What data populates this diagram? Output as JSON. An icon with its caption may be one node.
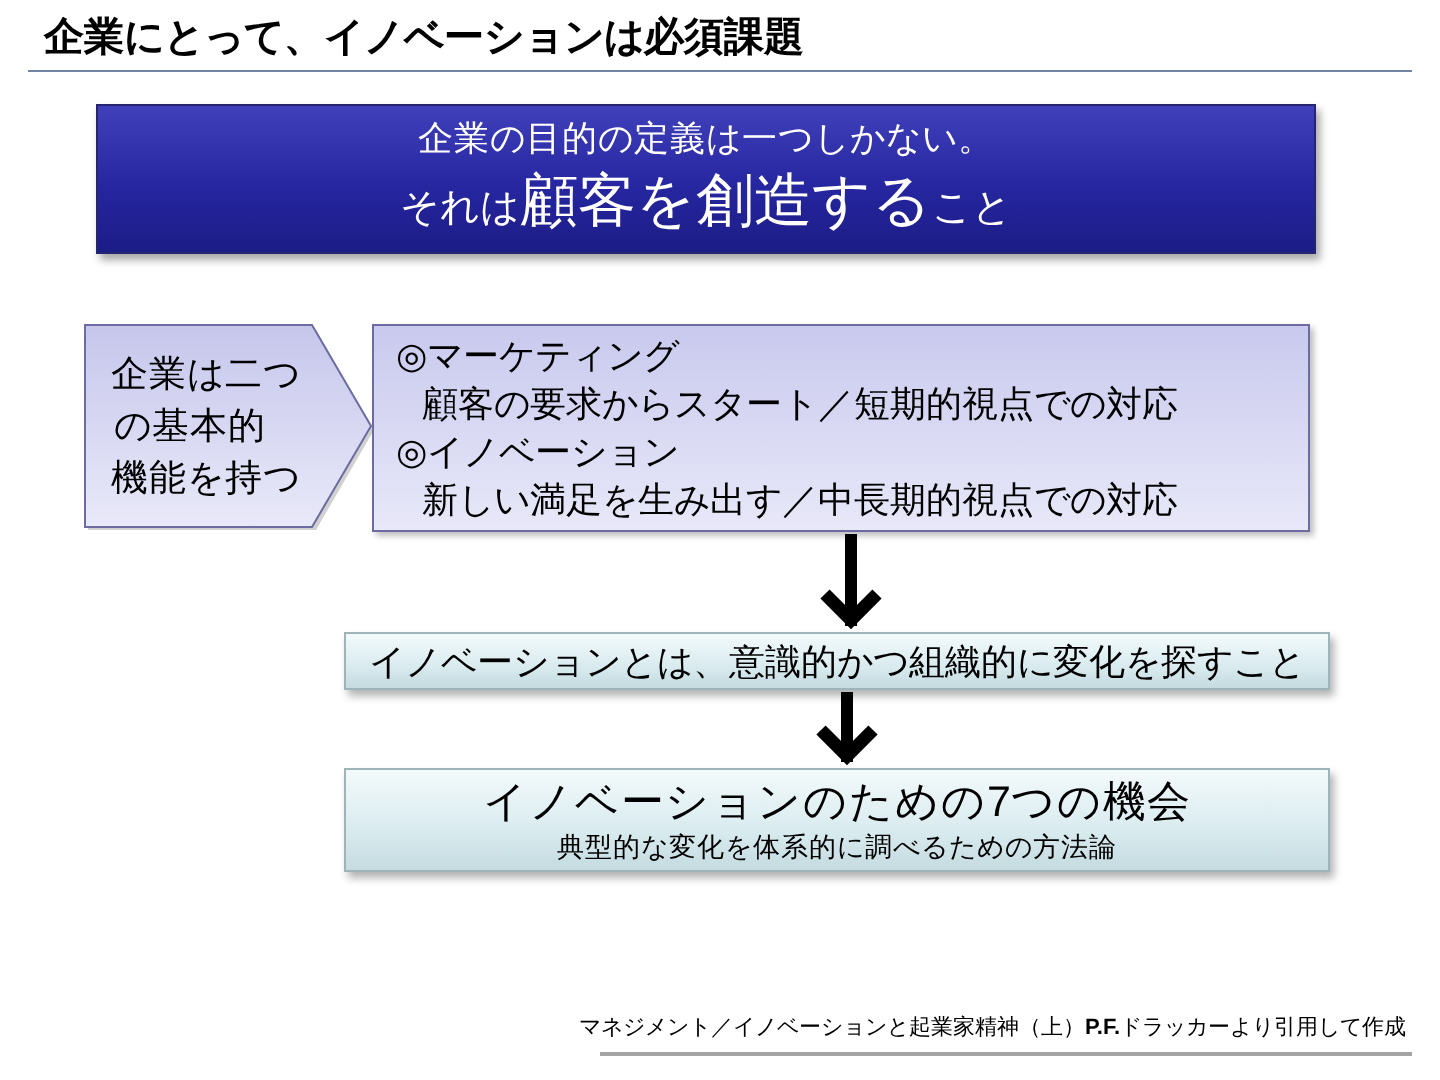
{
  "diagram": {
    "title": "企業にとって、イノベーションは必須課題",
    "caption": "マネジメント／イノベーションと起業家精神（上）**P.F.**ドラッカーより引用して作成",
    "nodes": [
      {
        "text": [
          "企業の目的の定義は一つしかない。",
          "それは**顧客を創造する**こと"
        ]
      },
      {
        "text": [
          "企業は二つの基本的機能を持つ"
        ]
      },
      {
        "text": [
          "◎マーケティング",
          "顧客の要求からスタート／短期的視点での対応",
          "◎イノベーション",
          "新しい満足を生み出す／中長期的視点での対応"
        ]
      },
      {
        "text": [
          "イノベーションとは、意識的かつ組織的に変化を探すこと"
        ]
      },
      {
        "text": [
          "イノベーションのための7つの機会",
          "典型的な変化を体系的に調べるための方法論"
        ]
      }
    ],
    "edges": [
      {
        "from": 2,
        "to": 3,
        "arrow": "to"
      },
      {
        "from": 3,
        "to": 4,
        "arrow": "to"
      }
    ]
  }
}
